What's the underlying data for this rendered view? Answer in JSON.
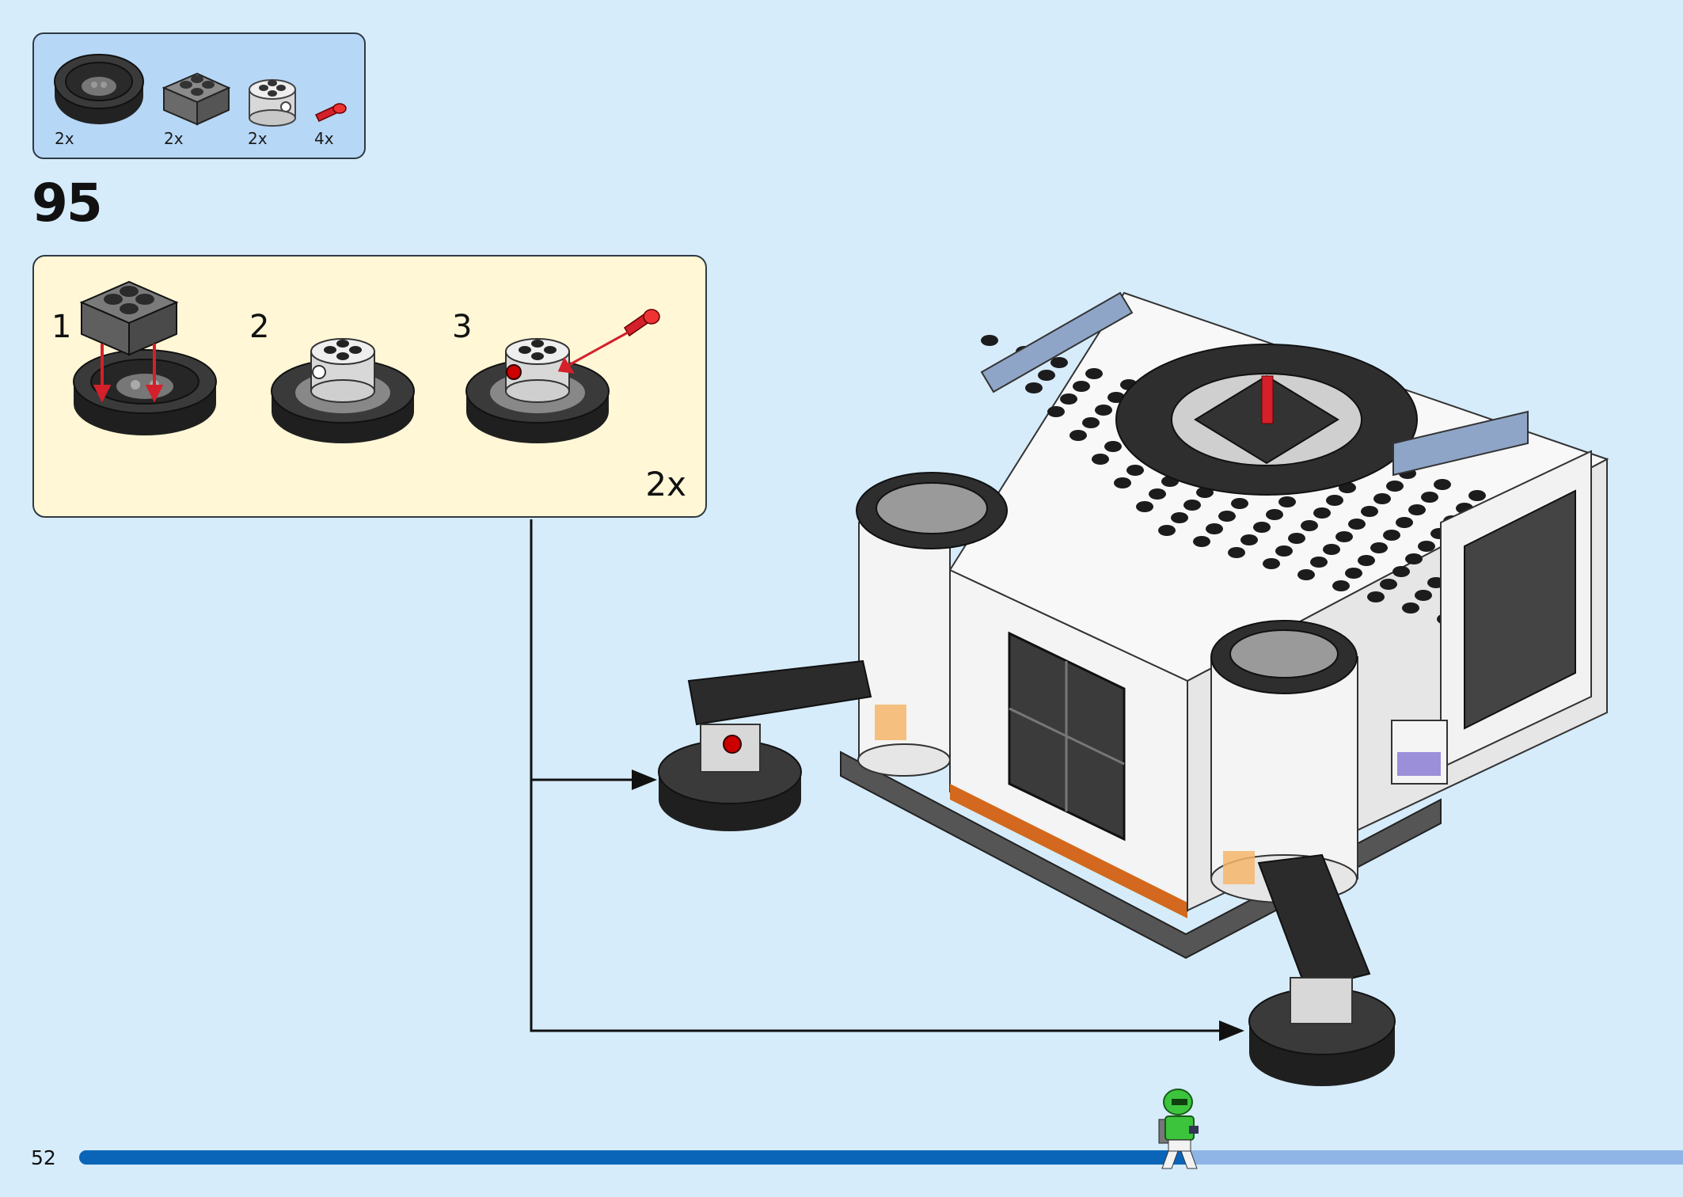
{
  "parts_list": [
    {
      "icon": "round-tire-part",
      "quantity": "2x"
    },
    {
      "icon": "dark-gray-brick-2x2-part",
      "quantity": "2x"
    },
    {
      "icon": "round-brick-2x2-part",
      "quantity": "2x"
    },
    {
      "icon": "red-pin-part",
      "quantity": "4x"
    }
  ],
  "step": {
    "number": "95"
  },
  "substeps": [
    {
      "number": "1"
    },
    {
      "number": "2"
    },
    {
      "number": "3"
    }
  ],
  "substep_multiplier": "2x",
  "page": {
    "number": "52"
  },
  "progress": {
    "fraction": 0.69
  },
  "colors": {
    "background": "#d6ecfb",
    "parts_box": "#b7d7f6",
    "substep_box": "#fff7d6",
    "progress_fill": "#0a65b8",
    "progress_track": "#8fb4e6",
    "arrow_red": "#d4202a"
  }
}
